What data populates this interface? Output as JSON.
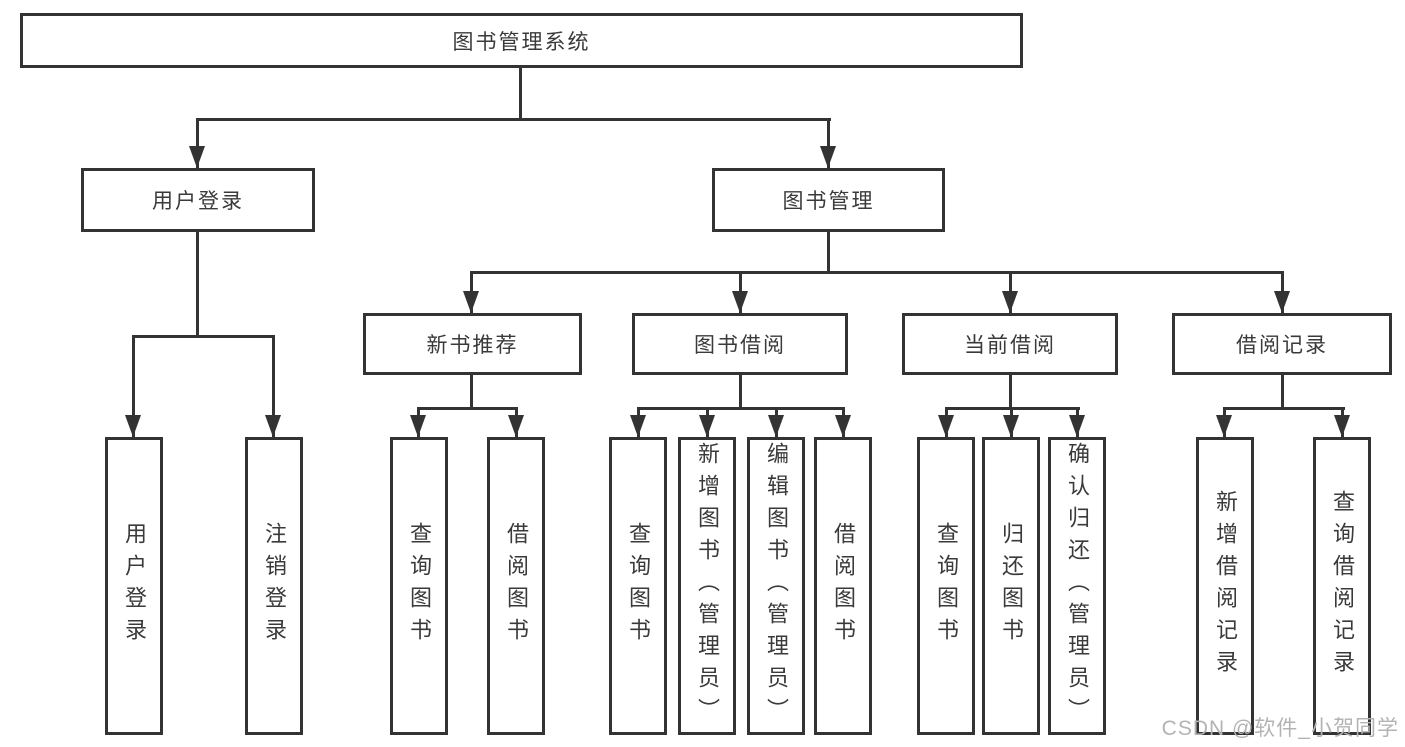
{
  "watermark": {
    "text": "CSDN @软件_小贺同学"
  },
  "colors": {
    "line": "#333333",
    "text": "#3a3a3a",
    "background": "#ffffff",
    "watermark": "#b3b3b3"
  },
  "chart_data": {
    "type": "tree-diagram",
    "title": "图书管理系统",
    "orientation": "top-down",
    "leaf_text_direction": "vertical"
  },
  "tree": {
    "label": "图书管理系统",
    "children": [
      {
        "label": "用户登录",
        "children": [
          {
            "label": "用户登录"
          },
          {
            "label": "注销登录"
          }
        ]
      },
      {
        "label": "图书管理",
        "children": [
          {
            "label": "新书推荐",
            "children": [
              {
                "label": "查询图书"
              },
              {
                "label": "借阅图书"
              }
            ]
          },
          {
            "label": "图书借阅",
            "children": [
              {
                "label": "查询图书"
              },
              {
                "label": "新增图书（管理员）"
              },
              {
                "label": "编辑图书（管理员）"
              },
              {
                "label": "借阅图书"
              }
            ]
          },
          {
            "label": "当前借阅",
            "children": [
              {
                "label": "查询图书"
              },
              {
                "label": "归还图书"
              },
              {
                "label": "确认归还（管理员）"
              }
            ]
          },
          {
            "label": "借阅记录",
            "children": [
              {
                "label": "新增借阅记录"
              },
              {
                "label": "查询借阅记录"
              }
            ]
          }
        ]
      }
    ]
  }
}
